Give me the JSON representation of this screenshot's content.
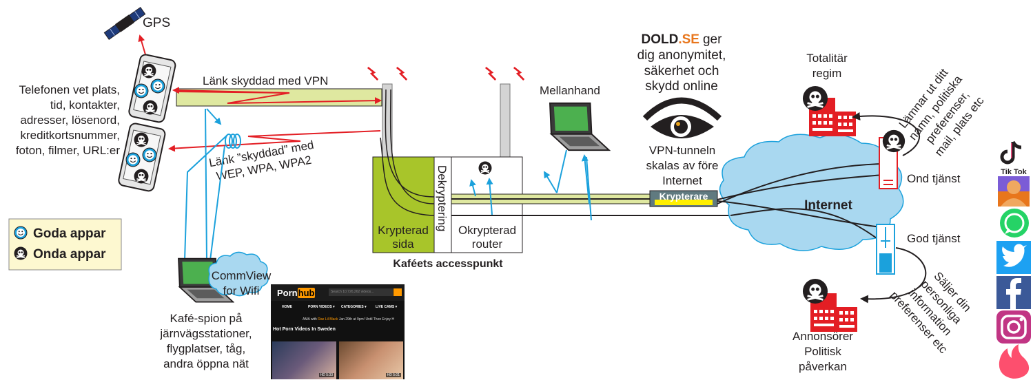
{
  "labels": {
    "gps": "GPS",
    "phone_lines": [
      "Telefonen vet plats,",
      "tid, kontakter,",
      "adresser, lösenord,",
      "kreditkortsnummer,",
      "foton, filmer, URL:er"
    ],
    "vpn_link": "Länk skyddad med VPN",
    "wep_link": [
      "Länk ”skyddad” med",
      "WEP, WPA, WPA2"
    ],
    "legend_good": "Goda appar",
    "legend_bad": "Onda appar",
    "commview": [
      "CommView",
      "for Wifi"
    ],
    "spy": [
      "Kafé-spion på",
      "järnvägsstationer,",
      "flygplatser, tåg,",
      "andra öppna nät"
    ],
    "dekryptering": "Dekryptering",
    "krypterad_sida": [
      "Krypterad",
      "sida"
    ],
    "okrypterad_router": [
      "Okrypterad",
      "router"
    ],
    "access_point": "Kaféets accesspunkt",
    "mellanhand": "Mellanhand",
    "dold_brand_1": "DOLD",
    "dold_brand_2": ".SE",
    "dold_text": [
      "ger",
      "dig anonymitet,",
      "säkerhet och",
      "skydd online"
    ],
    "vpn_tunnel": [
      "VPN-tunneln",
      "skalas av före",
      "Internet"
    ],
    "krypterare": "Krypterare",
    "internet": "Internet",
    "totalitar": [
      "Totalitär",
      "regim"
    ],
    "lamnar": [
      "Lämnar ut ditt",
      "namn, politiska",
      "preferenser,",
      "mail, plats etc"
    ],
    "ond_tjanst": "Ond tjänst",
    "god_tjanst": "God tjänst",
    "saljer": [
      "Säljer din",
      "personliga",
      "information",
      "preferenser etc"
    ],
    "annonsorer": [
      "Annonsörer",
      "Politisk",
      "påverkan"
    ],
    "tiktok": "Tik Tok"
  },
  "pornhub": {
    "logo_1": "Porn",
    "logo_2": "hub",
    "search_placeholder": "Search 10,726,262 videos...",
    "nav": [
      "HOME",
      "PORN VIDEOS ▾",
      "CATEGORIES ▾",
      "LIVE CAMS ▾"
    ],
    "ama_prefix": "AMA with",
    "ama_name": "Rae Lil Black",
    "ama_suffix": "Jan 29th at 9pm! Until Then Enjoy H",
    "heading": "Hot Porn Videos In Sweden",
    "thumb_badges": [
      "HD 5:33",
      "HD 5:01"
    ]
  },
  "colors": {
    "red": "#e31e24",
    "blue": "#1ba1dc",
    "lime": "#a8c52a",
    "tunnel": "#dfe8a0",
    "cloud": "#a9d8f0",
    "legend_bg": "#fdf8d0",
    "dold_orange": "#e8761c"
  },
  "icons": [
    "satellite-icon",
    "smartphone-icon",
    "good-app-icon",
    "bad-app-icon",
    "antenna-icon",
    "laptop-icon",
    "eye-icon",
    "building-icon",
    "server-icon",
    "tiktok-icon",
    "whatsapp-icon",
    "twitter-icon",
    "facebook-icon",
    "instagram-icon",
    "tinder-icon"
  ]
}
